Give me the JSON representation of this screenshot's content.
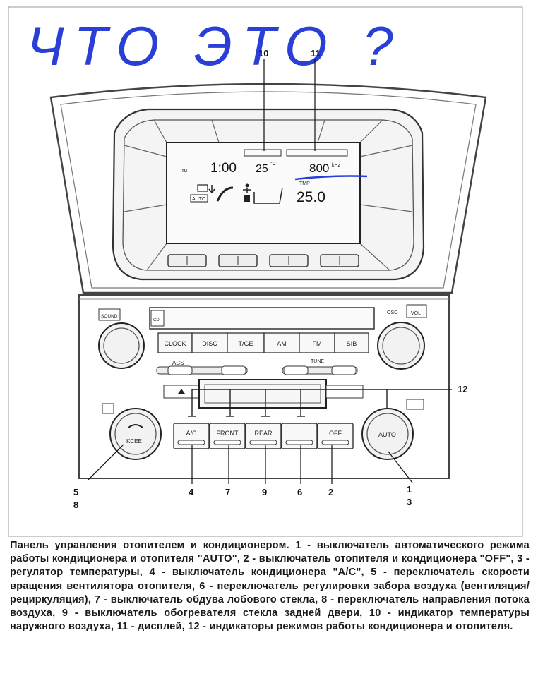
{
  "handwriting": {
    "text": "ЧТО ЭТО ?",
    "color": "#2a3fd6"
  },
  "display": {
    "left_label": "ru",
    "clock": "1:00",
    "outside_temp": "25",
    "outside_unit": "°C",
    "main_value": "800",
    "main_unit": "kHz",
    "tmp_label": "TMP",
    "set_temp": "25.0",
    "auto_label": "AUTO"
  },
  "audio": {
    "top_left_button": "SOUND",
    "top_right_button": "VOL",
    "top_right_small": "OSC",
    "cd_label": "CD",
    "row1": [
      "CLOCK",
      "DISC",
      "T/GE",
      "AM",
      "FM",
      "SIB"
    ],
    "row2_left": "ACS",
    "row2_tune": "TUNE"
  },
  "climate": {
    "buttons": [
      "A/C",
      "FRONT",
      "REAR",
      "",
      "OFF"
    ],
    "knob_left_label": "KCEE",
    "knob_right_label": "AUTO"
  },
  "callouts": {
    "c10": "10",
    "c11": "11",
    "c12": "12",
    "c4": "4",
    "c7": "7",
    "c9": "9",
    "c6": "6",
    "c2": "2",
    "c5": "5",
    "c8": "8",
    "c1": "1",
    "c3": "3"
  },
  "caption": "Панель управления отопителем и кондиционером. 1 - выключатель автоматического режима работы кондиционера и отопителя \"AUTO\", 2 - выключатель отопителя и кондиционера \"OFF\", 3 - регулятор температуры, 4 - выключатель кондиционера \"A/C\", 5 - переключатель скорости вращения вентилятора отопителя, 6 - переключатель регулировки забора воздуха (вентиляция/рециркуляция), 7 - выключатель обдува лобового стекла, 8 - переключатель направления потока воздуха, 9 - выключатель обогревателя стекла задней двери, 10 - индикатор температуры наружного воздуха, 11 - дисплей, 12 - индикаторы режимов работы кондиционера и отопителя."
}
